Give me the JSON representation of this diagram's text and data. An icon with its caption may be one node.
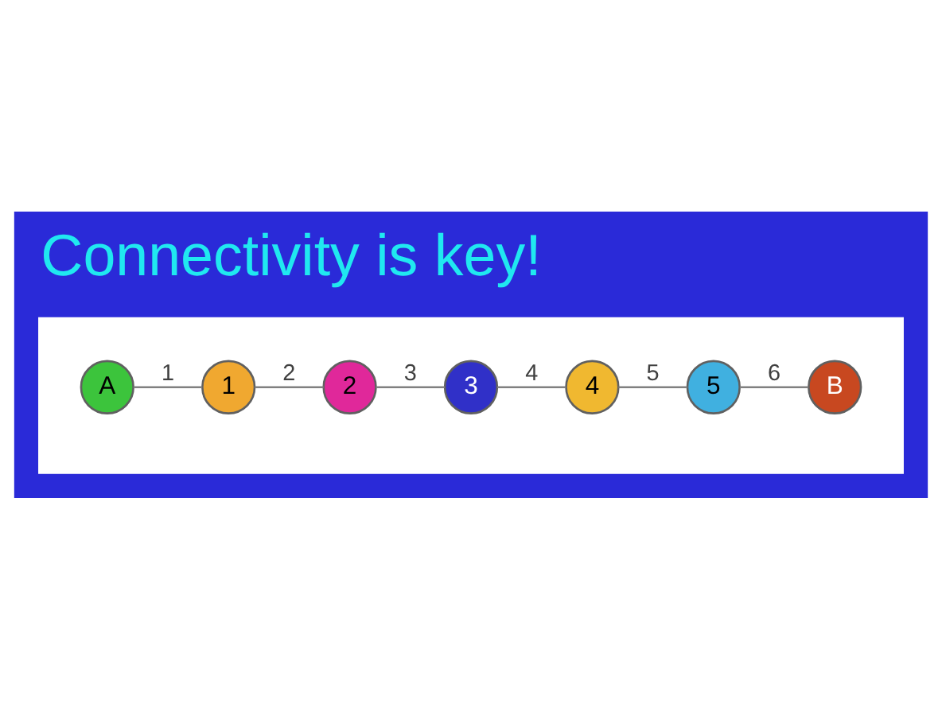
{
  "diagram": {
    "title": "Connectivity is key!",
    "nodes": [
      {
        "text": [],
        "shape": "box"
      },
      {
        "text": [
          "A"
        ],
        "in": 0
      },
      {
        "text": [
          "1"
        ],
        "in": 0
      },
      {
        "text": [
          "2"
        ],
        "in": 0
      },
      {
        "text": [
          "3"
        ],
        "in": 0
      },
      {
        "text": [
          "4"
        ],
        "in": 0
      },
      {
        "text": [
          "5"
        ],
        "in": 0
      },
      {
        "text": [
          "B"
        ],
        "in": 0
      }
    ],
    "edges": [
      {
        "from": 1,
        "to": 2,
        "arrow": "none",
        "label": "1"
      },
      {
        "from": 2,
        "to": 3,
        "arrow": "none",
        "label": "2"
      },
      {
        "from": 3,
        "to": 4,
        "arrow": "none",
        "label": "3"
      },
      {
        "from": 4,
        "to": 5,
        "arrow": "none",
        "label": "4"
      },
      {
        "from": 5,
        "to": 6,
        "arrow": "none",
        "label": "5"
      },
      {
        "from": 6,
        "to": 7,
        "arrow": "none",
        "label": "6"
      }
    ]
  }
}
